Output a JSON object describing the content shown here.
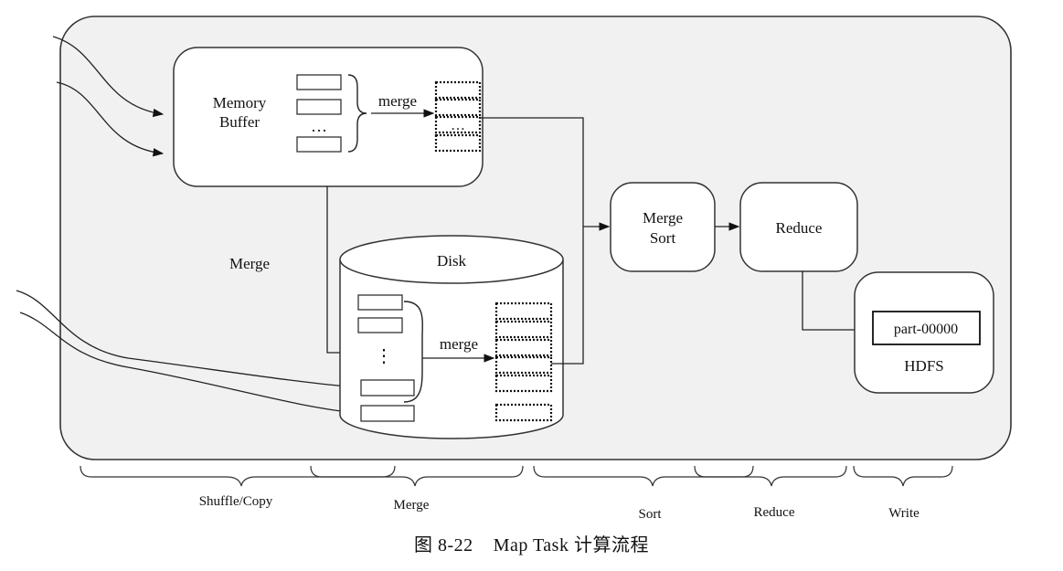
{
  "nodes": {
    "memory_buffer": {
      "line1": "Memory",
      "line2": "Buffer"
    },
    "memory_dots": "…",
    "merge_memory": "merge",
    "memory_stack_dots": "…",
    "merge_left": "Merge",
    "disk": "Disk",
    "disk_dots": "⋮",
    "merge_disk": "merge",
    "merge_sort": {
      "line1": "Merge",
      "line2": "Sort"
    },
    "reduce": "Reduce",
    "part_file": "part-00000",
    "hdfs": "HDFS"
  },
  "phases": [
    "Shuffle/Copy",
    "Merge",
    "Sort",
    "Reduce",
    "Write"
  ],
  "caption": {
    "number": "图 8-22",
    "text": "Map Task 计算流程"
  }
}
